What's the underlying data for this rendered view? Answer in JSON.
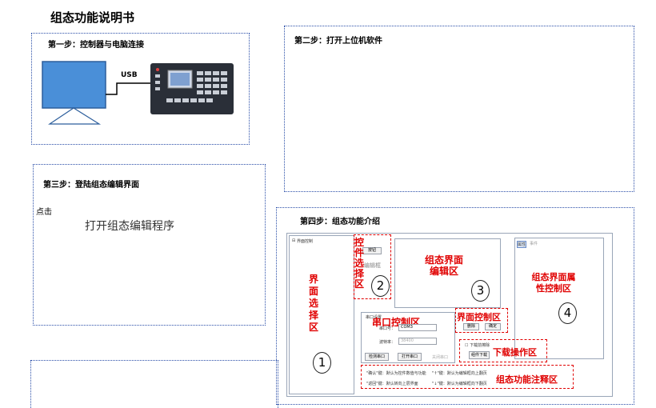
{
  "doc_title": "组态功能说明书",
  "step1": {
    "title": "第一步：控制器与电脑连接",
    "usb_label": "USB"
  },
  "step2": {
    "title": "第二步：打开上位机软件"
  },
  "step3": {
    "title": "第三步：登陆组态编辑界面",
    "click_label": "点击",
    "open_label": "打开组态编辑程序"
  },
  "step4": {
    "title": "第四步：组态功能介绍",
    "tree_label": "界面控制",
    "zones": {
      "page_select": "界面选择区",
      "control_select": "控件选择区",
      "editor": "组态界面编辑区",
      "properties": "组态界面属性控制区",
      "serial": "串口控制区",
      "page_control": "界面控制区",
      "download": "下载操作区",
      "notes": "组态功能注释区"
    },
    "numbers": [
      "1",
      "2",
      "3",
      "4"
    ],
    "ui": {
      "button_small": "按钮",
      "edit_box": "编辑框",
      "serial_settings": "串口设置",
      "port_label": "串口号：",
      "port_value": "COM3",
      "baud_label": "波特率：",
      "baud_value": "38400",
      "detect_btn": "检测串口",
      "open_btn": "打开串口",
      "close_btn": "关闭串口",
      "delete_btn": "删除",
      "confirm_btn": "确定",
      "download_check": "下载前擦除",
      "download_btn": "组件下载",
      "note1": "\"确认\"键：默认为控件数值与功能",
      "note2": "\"↑\"键：默认为编辑框向上翻页",
      "note3": "\"返回\"键：默认转向上层界面",
      "note4": "\"↓\"键：默认为编辑框向下翻页",
      "prop_tab1": "属性",
      "prop_tab2": "事件"
    }
  }
}
